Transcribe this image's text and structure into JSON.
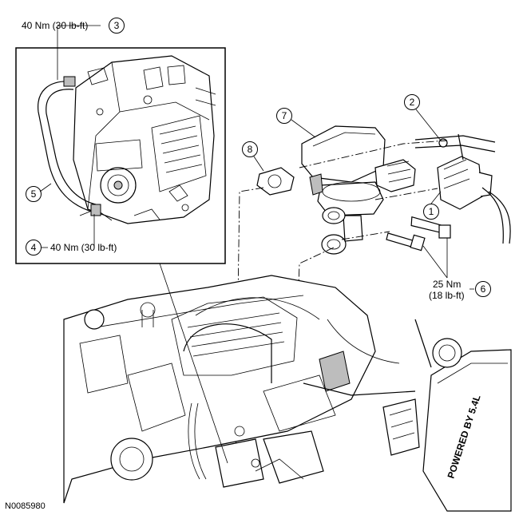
{
  "figure_id": "N0085980",
  "callouts": [
    {
      "number": "1"
    },
    {
      "number": "2"
    },
    {
      "number": "3",
      "torque": "40 Nm (30 lb-ft)"
    },
    {
      "number": "4",
      "torque": "40 Nm (30 lb-ft)"
    },
    {
      "number": "5"
    },
    {
      "number": "6",
      "torque_line1": "25 Nm",
      "torque_line2": "(18 lb-ft)"
    },
    {
      "number": "7"
    },
    {
      "number": "8"
    }
  ],
  "engine_cover_text": "POWERED BY 5.4L"
}
